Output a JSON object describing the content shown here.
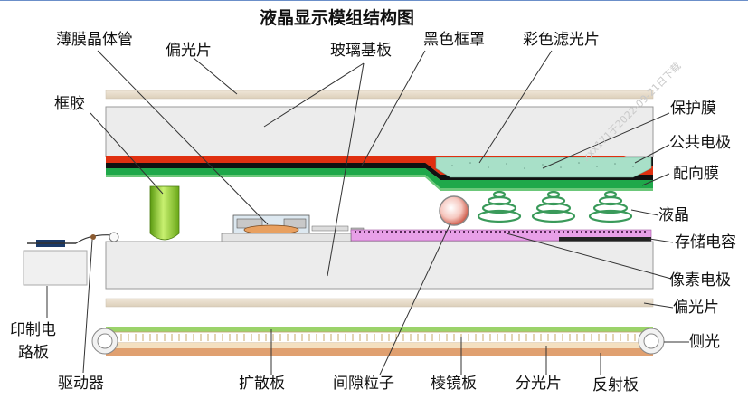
{
  "title": "液晶显示模组结构图",
  "watermark": "xxx171于2022-09-21日下载",
  "labels": {
    "tft": "薄膜晶体管",
    "polarizer_top": "偏光片",
    "glass_substrate": "玻璃基板",
    "black_matrix": "黑色框罩",
    "color_filter": "彩色滤光片",
    "frame_glue": "框胶",
    "protective_film": "保护膜",
    "common_electrode": "公共电极",
    "alignment_film": "配向膜",
    "liquid_crystal": "液晶",
    "storage_capacitor": "存储电容",
    "pixel_electrode": "像素电极",
    "polarizer_bottom": "偏光片",
    "side_light": "侧光",
    "pcb_line1": "印制电",
    "pcb_line2": "路板",
    "driver": "驱动器",
    "diffuser": "扩散板",
    "spacer": "间隙粒子",
    "prism": "棱镜板",
    "light_splitter": "分光片",
    "reflector": "反射板"
  },
  "colors": {
    "polarizer": "#e8dccb",
    "glass": "#ececec",
    "glass_border": "#9a9a9a",
    "black_layer": "#111111",
    "red_layer": "#e03010",
    "green_layer": "#1fa84a",
    "color_filter": "#a8e0c8",
    "pixel_electrode": "#e8a0e8",
    "frame_glue": "#8ccf2a",
    "backlight_green": "#9bd36a",
    "reflector": "#e0a070"
  }
}
